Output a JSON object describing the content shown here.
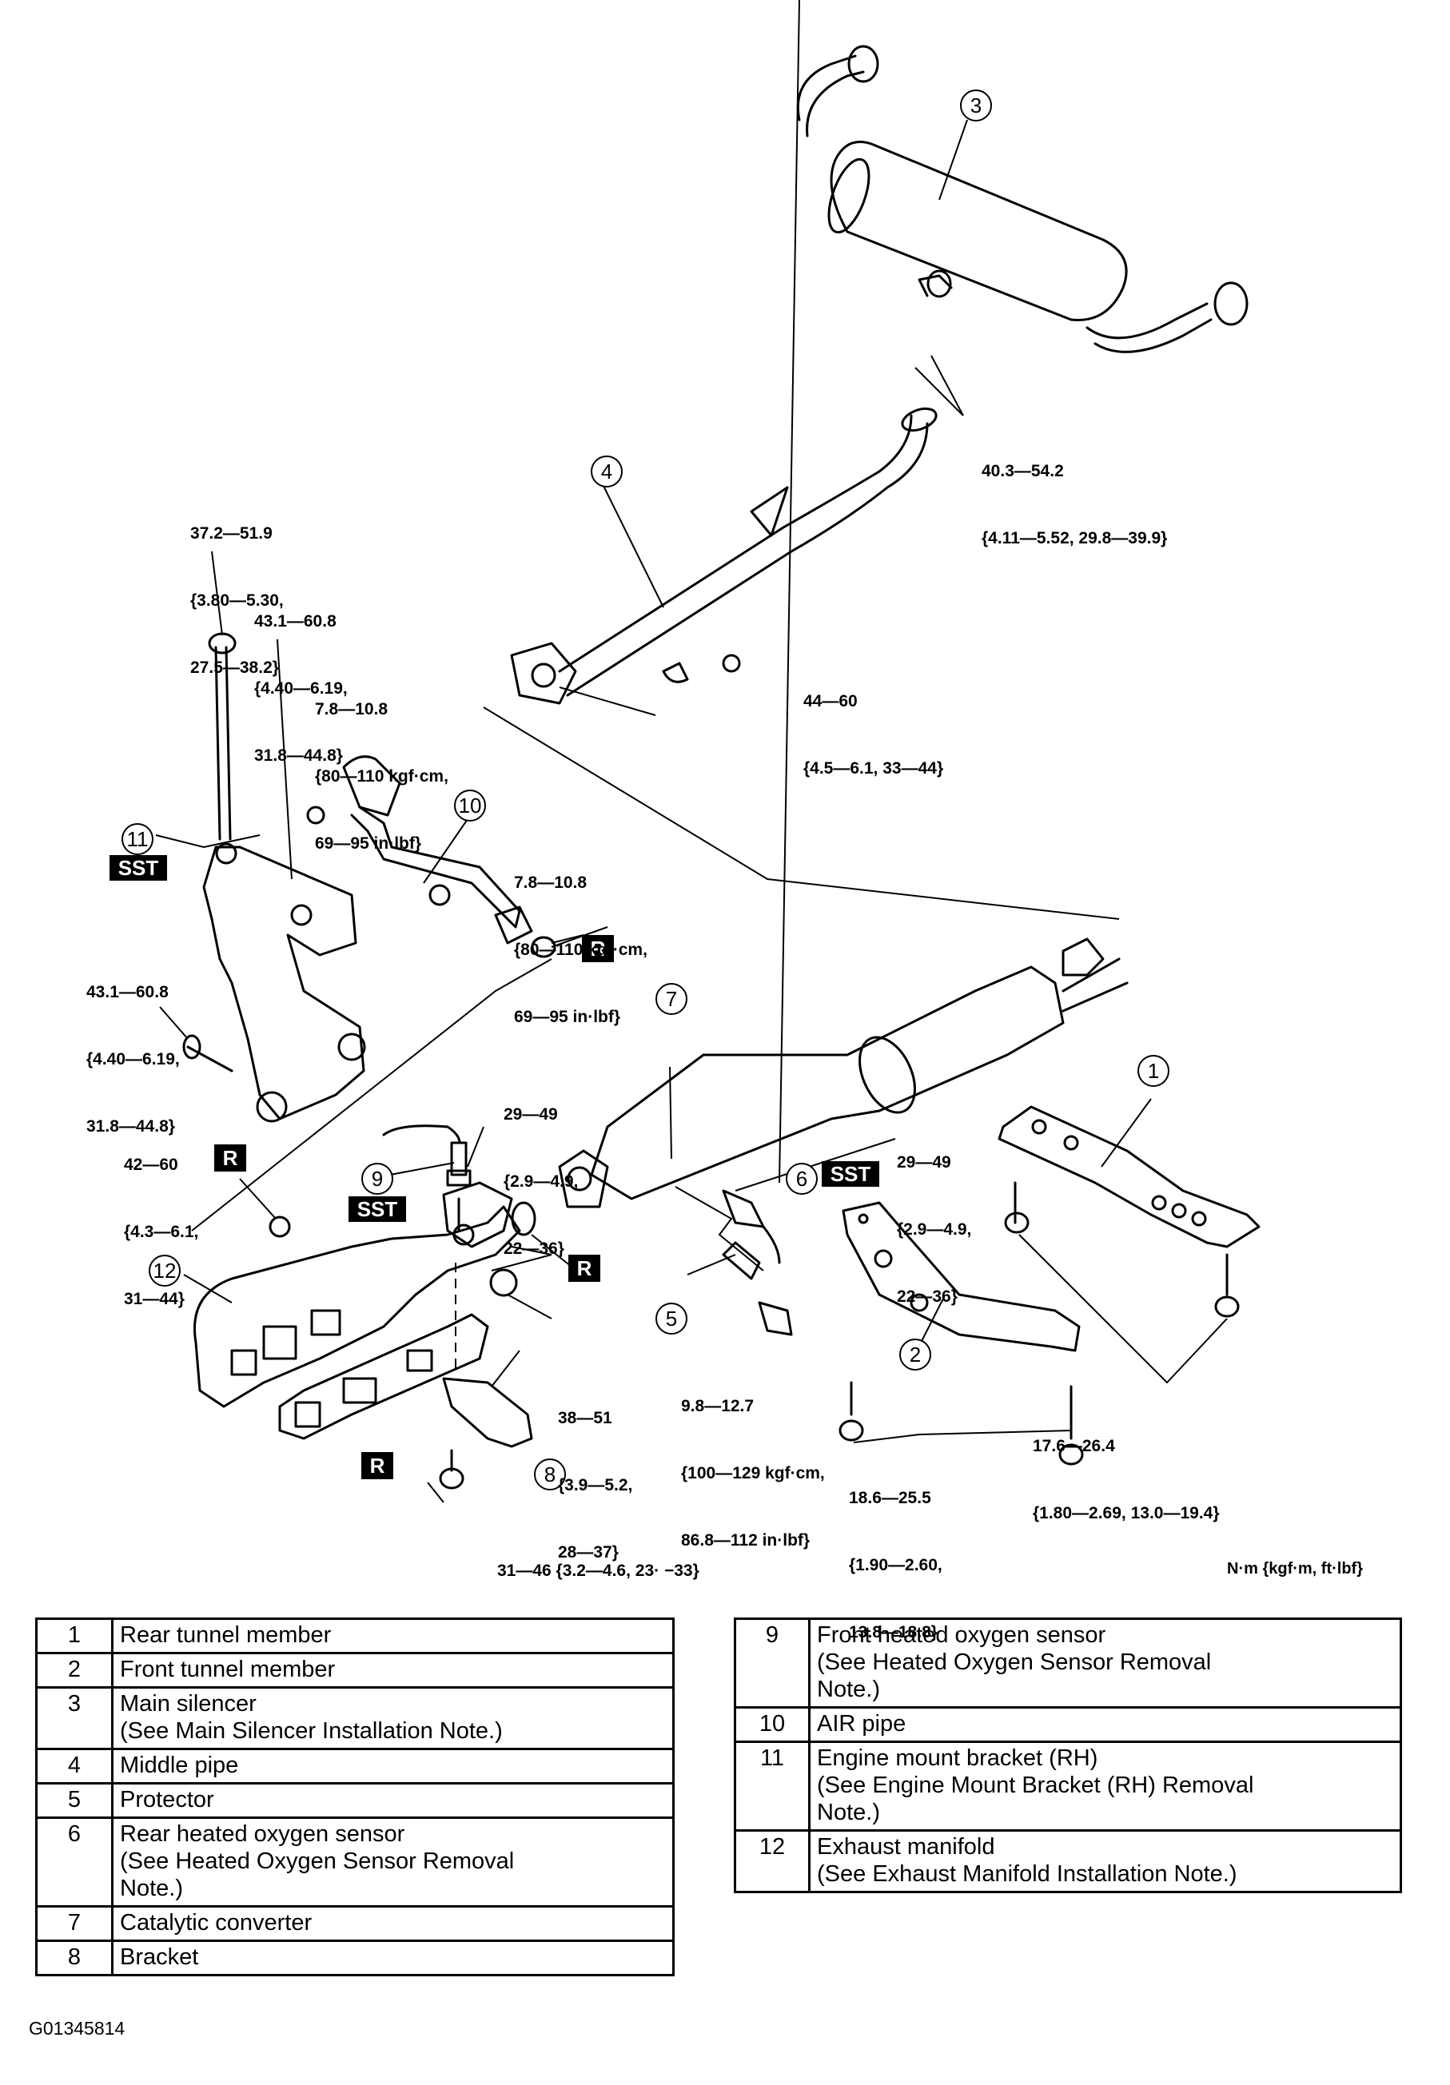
{
  "figure_id": "G01345814",
  "units_note": "N·m {kgf·m, ft·lbf}",
  "badges": {
    "sst": "SST",
    "replace": "R"
  },
  "callouts": [
    "1",
    "2",
    "3",
    "4",
    "5",
    "6",
    "7",
    "8",
    "9",
    "10",
    "11",
    "12"
  ],
  "torque_specs": {
    "silencer_nuts": [
      "40.3—54.2",
      "{4.11—5.52, 29.8—39.9}"
    ],
    "mount_bolt_top": [
      "37.2—51.9",
      "{3.80—5.30,",
      "27.5—38.2}"
    ],
    "mount_nut_upper": [
      "43.1—60.8",
      "{4.40—6.19,",
      "31.8—44.8}"
    ],
    "air_pipe_upper": [
      "7.8—10.8",
      "{80—110 kgf·cm,",
      "69—95 in·lbf}"
    ],
    "middle_pipe_nut": [
      "44—60",
      "{4.5—6.1, 33—44}"
    ],
    "air_pipe_lower": [
      "7.8—10.8",
      "{80—110 kgf·cm,",
      "69—95 in·lbf}"
    ],
    "mount_bolt_lower": [
      "43.1—60.8",
      "{4.40—6.19,",
      "31.8—44.8}"
    ],
    "manifold_nut": [
      "42—60",
      "{4.3—6.1,",
      "31—44}"
    ],
    "front_o2_sensor": [
      "29—49",
      "{2.9—4.9,",
      "22—36}"
    ],
    "rear_o2_sensor": [
      "29—49",
      "{2.9—4.9,",
      "22—36}"
    ],
    "converter_nut": [
      "38—51",
      "{3.9—5.2,",
      "28—37}"
    ],
    "protector_bolt": [
      "9.8—12.7",
      "{100—129 kgf·cm,",
      "86.8—112 in·lbf}"
    ],
    "rear_tunnel_bolts": [
      "17.6—26.4",
      "{1.80—2.69, 13.0—19.4}"
    ],
    "front_tunnel_bolts": [
      "18.6—25.5",
      "{1.90—2.60,",
      "13.8—18.8}"
    ],
    "bracket_bolt": [
      "31—46 {3.2—4.6, 23· −33}"
    ]
  },
  "legend_left": [
    {
      "num": "1",
      "name": "Rear tunnel member",
      "note": ""
    },
    {
      "num": "2",
      "name": "Front tunnel member",
      "note": ""
    },
    {
      "num": "3",
      "name": "Main silencer",
      "note": "(See Main Silencer Installation Note.)"
    },
    {
      "num": "4",
      "name": "Middle pipe",
      "note": ""
    },
    {
      "num": "5",
      "name": "Protector",
      "note": ""
    },
    {
      "num": "6",
      "name": "Rear heated oxygen sensor",
      "note": "(See Heated Oxygen Sensor Removal Note.)"
    },
    {
      "num": "7",
      "name": "Catalytic converter",
      "note": ""
    },
    {
      "num": "8",
      "name": "Bracket",
      "note": ""
    }
  ],
  "legend_right": [
    {
      "num": "9",
      "name": "Front heated oxygen sensor",
      "note": "(See Heated Oxygen Sensor Removal Note.)"
    },
    {
      "num": "10",
      "name": "AIR pipe",
      "note": ""
    },
    {
      "num": "11",
      "name": "Engine mount bracket (RH)",
      "note": "(See Engine Mount Bracket (RH) Removal Note.)"
    },
    {
      "num": "12",
      "name": "Exhaust manifold",
      "note": "(See Exhaust Manifold Installation Note.)"
    }
  ]
}
